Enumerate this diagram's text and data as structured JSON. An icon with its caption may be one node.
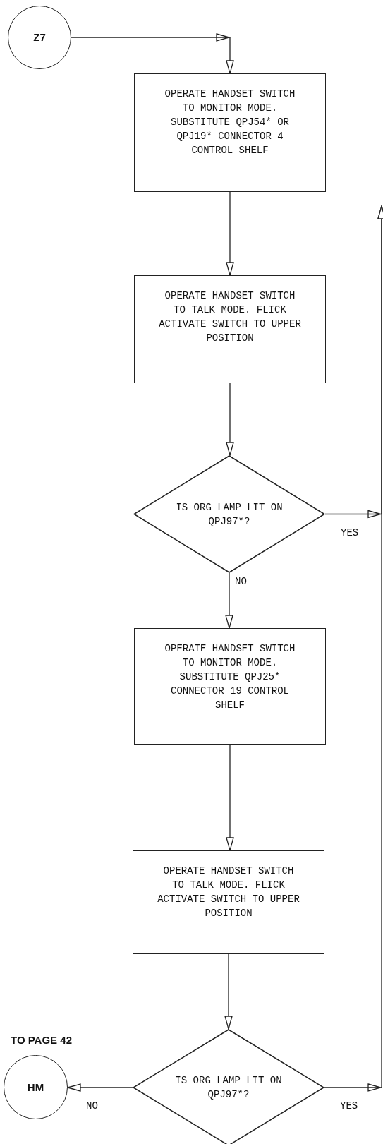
{
  "diagram": {
    "nodes": [
      {
        "text": [
          "Z7"
        ]
      },
      {
        "text": [
          "OPERATE HANDSET SWITCH TO MONITOR MODE. SUBSTITUTE QPJ54* OR QPJ19* CONNECTOR 4 CONTROL SHELF"
        ]
      },
      {
        "text": [
          "OPERATE HANDSET SWITCH TO TALK MODE. FLICK ACTIVATE SWITCH TO UPPER POSITION"
        ]
      },
      {
        "text": [
          "IS ORG LAMP LIT ON QPJ97*?"
        ]
      },
      {
        "text": [
          "OPERATE HANDSET SWITCH TO MONITOR MODE. SUBSTITUTE QPJ25* CONNECTOR 19 CONTROL SHELF"
        ]
      },
      {
        "text": [
          "OPERATE HANDSET SWITCH TO TALK MODE. FLICK ACTIVATE SWITCH TO UPPER POSITION"
        ]
      },
      {
        "text": [
          "IS ORG LAMP LIT ON QPJ97*?"
        ]
      },
      {
        "text": [
          "HM"
        ],
        "beside": [
          "TO PAGE 42"
        ]
      }
    ],
    "edges": [
      {
        "from": 0,
        "to": 1,
        "arrow": "to"
      },
      {
        "from": 1,
        "to": 2,
        "arrow": "to"
      },
      {
        "from": 2,
        "to": 3,
        "arrow": "to"
      },
      {
        "from": 3,
        "to": 4,
        "arrow": "to",
        "label": "NO"
      },
      {
        "from": 4,
        "to": 5,
        "arrow": "to"
      },
      {
        "from": 5,
        "to": 6,
        "arrow": "to"
      },
      {
        "from": 6,
        "to": 7,
        "arrow": "to",
        "label": "NO"
      },
      {
        "from": 3,
        "to": null,
        "arrow": "to",
        "label": "YES"
      },
      {
        "from": 6,
        "to": null,
        "arrow": "to",
        "label": "YES"
      }
    ]
  }
}
